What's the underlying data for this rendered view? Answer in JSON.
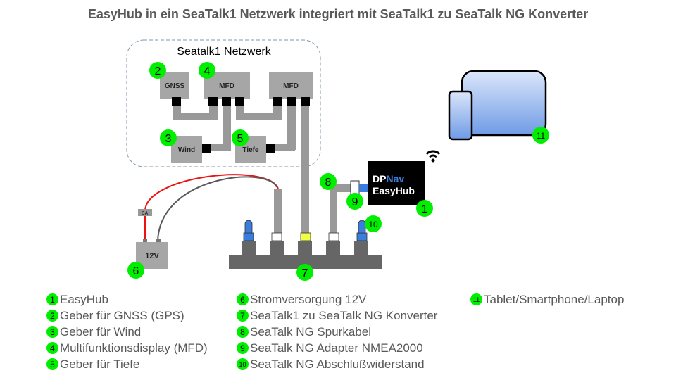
{
  "title": "EasyHub in ein SeaTalk1 Netzwerk integriert mit SeaTalk1 zu SeaTalk NG Konverter",
  "network_group": {
    "label": "Seatalk1 Netzwerk"
  },
  "devices": {
    "gnss": {
      "label": "GNSS",
      "number": "2"
    },
    "mfd1": {
      "label": "MFD",
      "number": "4"
    },
    "mfd2": {
      "label": "MFD"
    },
    "wind": {
      "label": "Wind",
      "number": "3"
    },
    "tiefe": {
      "label": "Tiefe",
      "number": "5"
    },
    "power": {
      "label": "12V",
      "number": "6",
      "fuse_label": "3A"
    },
    "converter": {
      "number": "7"
    },
    "spur_cable": {
      "number": "8"
    },
    "adapter": {
      "number": "9"
    },
    "terminator": {
      "number": "10"
    },
    "easyhub": {
      "line1_a": "DP",
      "line1_b": "Nav",
      "line2": "EasyHub",
      "number": "1"
    },
    "tablet": {
      "number": "11"
    }
  },
  "colors": {
    "badge": "#00ee00",
    "device_box": "#a6a6a6",
    "connector": "#000000",
    "cable": "#999999",
    "power_positive": "#ee1111",
    "power_negative": "#595959",
    "converter": "#666666",
    "terminator": "#3b7ddd",
    "easyhub_bg": "#000000",
    "nav_accent": "#3b7ddd",
    "highlight_port": "#eeff44"
  },
  "legend": {
    "col1": [
      {
        "num": "1",
        "text": "EasyHub"
      },
      {
        "num": "2",
        "text": "Geber für GNSS (GPS)"
      },
      {
        "num": "3",
        "text": "Geber für Wind"
      },
      {
        "num": "4",
        "text": "Multifunktionsdisplay (MFD)"
      },
      {
        "num": "5",
        "text": "Geber für Tiefe"
      }
    ],
    "col2": [
      {
        "num": "6",
        "text": "Stromversorgung 12V"
      },
      {
        "num": "7",
        "text": "SeaTalk1 zu SeaTalk NG Konverter"
      },
      {
        "num": "8",
        "text": "SeaTalk NG Spurkabel"
      },
      {
        "num": "9",
        "text": "SeaTalk NG Adapter NMEA2000"
      },
      {
        "num": "10",
        "text": "SeaTalk NG Abschlußwiderstand"
      }
    ],
    "col3": [
      {
        "num": "11",
        "text": "Tablet/Smartphone/Laptop"
      }
    ]
  }
}
